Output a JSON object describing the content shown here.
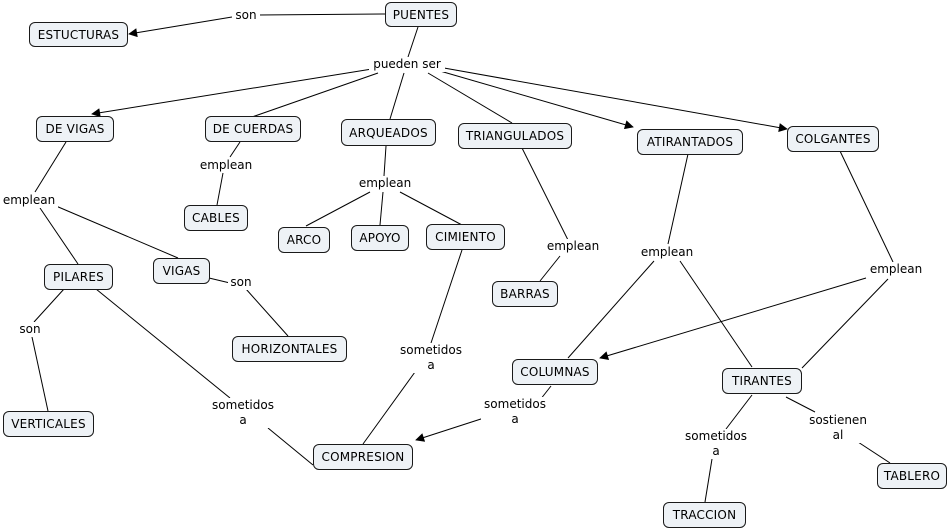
{
  "concepts": {
    "puentes": "PUENTES",
    "estucturas": "ESTUCTURAS",
    "de_vigas": "DE VIGAS",
    "de_cuerdas": "DE CUERDAS",
    "arqueados": "ARQUEADOS",
    "triangulados": "TRIANGULADOS",
    "atirantados": "ATIRANTADOS",
    "colgantes": "COLGANTES",
    "cables": "CABLES",
    "arco": "ARCO",
    "apoyo": "APOYO",
    "cimiento": "CIMIENTO",
    "pilares": "PILARES",
    "vigas": "VIGAS",
    "barras": "BARRAS",
    "horizontales": "HORIZONTALES",
    "verticales": "VERTICALES",
    "columnas": "COLUMNAS",
    "tirantes": "TIRANTES",
    "compresion": "COMPRESION",
    "tablero": "TABLERO",
    "traccion": "TRACCION"
  },
  "links": {
    "son_top": "son",
    "pueden_ser": "pueden ser",
    "emplean_cuerdas": "emplean",
    "emplean_arq": "emplean",
    "emplean_vigas": "emplean",
    "emplean_tri": "emplean",
    "emplean_atir": "emplean",
    "emplean_colg": "emplean",
    "son_vigas": "son",
    "son_pilares": "son",
    "sometidos_pilares": "sometidos\na",
    "sometidos_cimiento": "sometidos\na",
    "sometidos_columnas": "sometidos\na",
    "sometidos_tirantes": "sometidos\na",
    "sostienen_al": "sostienen\nal"
  }
}
